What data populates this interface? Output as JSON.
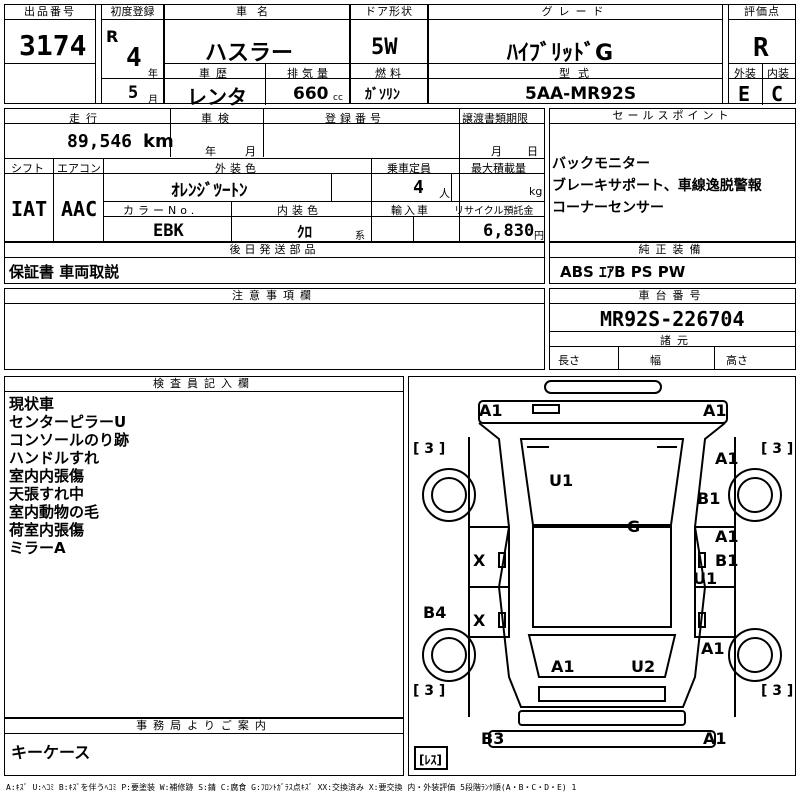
{
  "header": {
    "lot_no_label": "出品番号",
    "lot_no": "3174",
    "first_reg_label": "初度登録",
    "era": "R",
    "year": "4",
    "year_unit": "年",
    "month": "5",
    "month_unit": "月",
    "car_name_label": "車名",
    "car_name": "ハスラー",
    "history_label": "車歴",
    "history": "レンタ",
    "displacement_label": "排気量",
    "displacement": "660",
    "displacement_unit": "cc",
    "door_label": "ドア形状",
    "door": "5W",
    "fuel_label": "燃料",
    "fuel": "ｶﾞｿﾘﾝ",
    "grade_label": "グレード",
    "grade": "ﾊｲﾌﾞﾘｯﾄﾞG",
    "model_label": "型式",
    "model": "5AA-MR92S",
    "score_label": "評価点",
    "score": "R",
    "exterior_label": "外装",
    "exterior": "E",
    "interior_label": "内装",
    "interior": "C"
  },
  "row2": {
    "mileage_label": "走行",
    "mileage": "89,546",
    "mileage_unit": "km",
    "inspection_label": "車検",
    "insp_year_unit": "年",
    "insp_month_unit": "月",
    "reg_no_label": "登録番号",
    "transfer_label": "譲渡書類期限",
    "transfer_month_unit": "月",
    "transfer_day_unit": "日",
    "shift_label": "シフト",
    "shift": "IAT",
    "ac_label": "エアコン",
    "ac": "AAC",
    "color_label": "外装色",
    "color": "ｵﾚﾝｼﾞﾂｰﾄﾝ",
    "capacity_label": "乗車定員",
    "capacity": "4",
    "capacity_unit": "人",
    "load_label": "最大積載量",
    "load_unit": "kg",
    "color_no_label": "カラーNo.",
    "color_no": "EBK",
    "int_color_label": "内装色",
    "int_color": "ｸﾛ",
    "int_color_unit": "系",
    "import_label": "輸入車",
    "recycle_label": "リサイクル預託金",
    "recycle": "6,830",
    "recycle_unit": "円"
  },
  "sales": {
    "label": "セールスポイント",
    "lines": [
      "バックモニター",
      "ブレーキサポート、車線逸脱警報",
      "コーナーセンサー"
    ]
  },
  "delivery": {
    "label": "後日発送部品",
    "value": "保証書 車両取説"
  },
  "equipment": {
    "label": "純正装備",
    "value": "ABS ｴｱB PS PW"
  },
  "notes": {
    "label": "注意事項欄"
  },
  "chassis": {
    "label": "車台番号",
    "value": "MR92S-226704",
    "dims_label": "諸元",
    "length_label": "長さ",
    "width_label": "幅",
    "height_label": "高さ"
  },
  "inspector": {
    "label": "検査員記入欄",
    "lines": [
      "現状車",
      "センターピラーU",
      "コンソールのり跡",
      "ハンドルすれ",
      "室内内張傷",
      "天張すれ中",
      "室内動物の毛",
      "荷室内張傷",
      "ミラーA"
    ]
  },
  "office": {
    "label": "事務局よりご案内",
    "value": "キーケース"
  },
  "diagram": {
    "marks": {
      "a1_front_left": "A1",
      "a1_front_right": "A1",
      "a1_right_fender": "A1",
      "b1_right_fender": "B1",
      "u1_roof": "U1",
      "g_glass": "G",
      "a1_right_door": "A1",
      "b1_right_door": "B1",
      "u1_right_pillar": "U1",
      "x_left_front_door": "X",
      "b4_left_quarter": "B4",
      "x_left_rear_door": "X",
      "a1_right_rear": "A1",
      "a1_rear_center": "A1",
      "u2_rear": "U2",
      "b3_rear_left": "B3",
      "a1_rear_right": "A1"
    },
    "tire_front_left": "[ 3 ]",
    "tire_front_right": "[ 3 ]",
    "tire_rear_left": "[ 3 ]",
    "tire_rear_right": "[ 3 ]",
    "spare": "[ﾚｽ]"
  },
  "legend": "A:ｷｽﾞ U:ﾍｺﾐ B:ｷｽﾞを伴うﾍｺﾐ P:要塗装 W:補修跡 S:錆 C:腐食 G:ﾌﾛﾝﾄｶﾞﾗｽ点ｷｽﾞ XX:交換済み X:要交換 内・外装評価 5段階ﾗﾝｸ順(A・B・C・D・E) 1"
}
